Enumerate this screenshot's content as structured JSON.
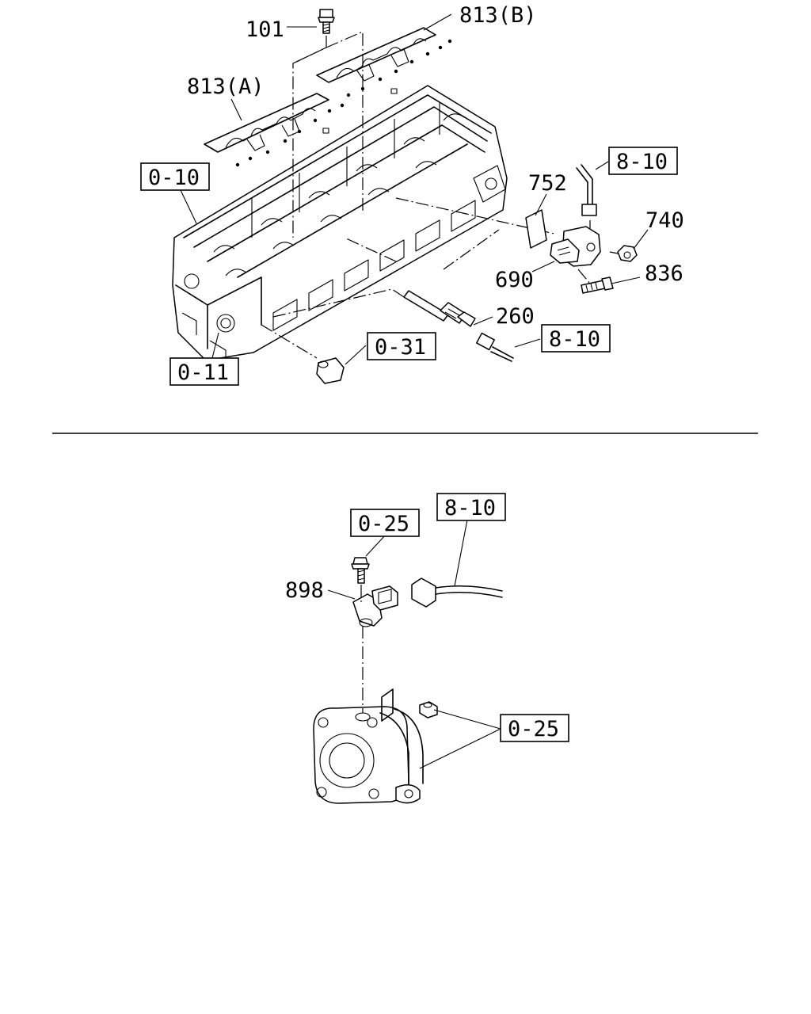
{
  "labels": {
    "p101": "101",
    "p813b": "813(B)",
    "p813a": "813(A)",
    "p752": "752",
    "p740": "740",
    "p690": "690",
    "p836": "836",
    "p260": "260",
    "p898": "898"
  },
  "refs": {
    "r0_10": "0-10",
    "r0_11": "0-11",
    "r0_31": "0-31",
    "r8_10_top": "8-10",
    "r8_10_mid": "8-10",
    "r8_10_bottom": "8-10",
    "r0_25_top": "0-25",
    "r0_25_side": "0-25"
  }
}
